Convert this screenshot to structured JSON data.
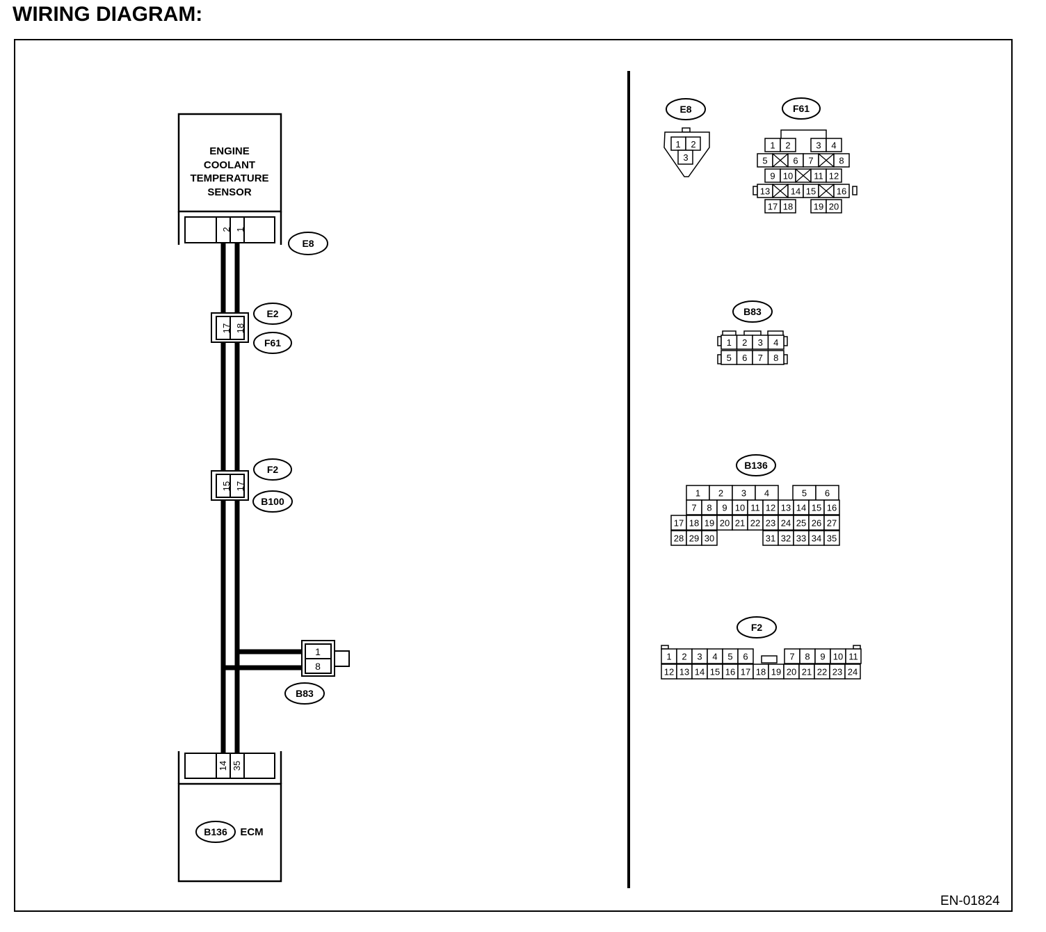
{
  "title": "WIRING DIAGRAM:",
  "figure_code": "EN-01824",
  "colors": {
    "ink": "#000000",
    "paper": "#ffffff"
  },
  "sensor": {
    "lines": [
      "ENGINE",
      "COOLANT",
      "TEMPERATURE",
      "SENSOR"
    ],
    "connector": "E8",
    "pins": [
      "2",
      "1"
    ]
  },
  "joint1": {
    "top_label": "E2",
    "bottom_label": "F61",
    "pins": [
      "17",
      "18"
    ]
  },
  "joint2": {
    "top_label": "F2",
    "bottom_label": "B100",
    "pins": [
      "15",
      "17"
    ]
  },
  "branch": {
    "connector": "B83",
    "pins": [
      "1",
      "8"
    ]
  },
  "ecm": {
    "connector": "B136",
    "label": "ECM",
    "pins": [
      "14",
      "35"
    ]
  },
  "views": {
    "e8": {
      "label": "E8",
      "rows": [
        [
          "1",
          "2"
        ],
        [
          "3"
        ]
      ]
    },
    "f61": {
      "label": "F61",
      "rows": [
        [
          "1",
          "2",
          "",
          "3",
          "4"
        ],
        [
          "5",
          "",
          "6",
          "7",
          "",
          "8"
        ],
        [
          "9",
          "10",
          "",
          "11",
          "12"
        ],
        [
          "13",
          "",
          "14",
          "15",
          "",
          "16"
        ],
        [
          "17",
          "18",
          "",
          "19",
          "20"
        ]
      ]
    },
    "b83": {
      "label": "B83",
      "rows": [
        [
          "1",
          "2",
          "3",
          "4"
        ],
        [
          "5",
          "6",
          "7",
          "8"
        ]
      ]
    },
    "b136": {
      "label": "B136",
      "rows": [
        [
          "1",
          "2",
          "3",
          "4",
          "5",
          "6"
        ],
        [
          "7",
          "8",
          "9",
          "10",
          "11",
          "12",
          "13",
          "14",
          "15",
          "16"
        ],
        [
          "17",
          "18",
          "19",
          "20",
          "21",
          "22",
          "23",
          "24",
          "25",
          "26",
          "27"
        ],
        [
          "28",
          "29",
          "30",
          "31",
          "32",
          "33",
          "34",
          "35"
        ]
      ]
    },
    "f2": {
      "label": "F2",
      "rows": [
        [
          "1",
          "2",
          "3",
          "4",
          "5",
          "6",
          "7",
          "8",
          "9",
          "10",
          "11"
        ],
        [
          "12",
          "13",
          "14",
          "15",
          "16",
          "17",
          "18",
          "19",
          "20",
          "21",
          "22",
          "23",
          "24"
        ]
      ]
    }
  }
}
